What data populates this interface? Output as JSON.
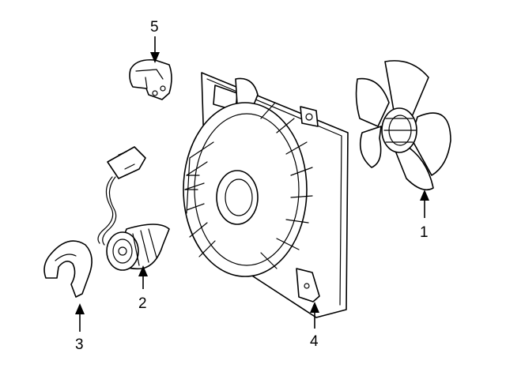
{
  "diagram": {
    "background": "#ffffff",
    "line_color": "#000000",
    "callouts": [
      {
        "id": "1",
        "label": "1"
      },
      {
        "id": "2",
        "label": "2"
      },
      {
        "id": "3",
        "label": "3"
      },
      {
        "id": "4",
        "label": "4"
      },
      {
        "id": "5",
        "label": "5"
      }
    ]
  }
}
